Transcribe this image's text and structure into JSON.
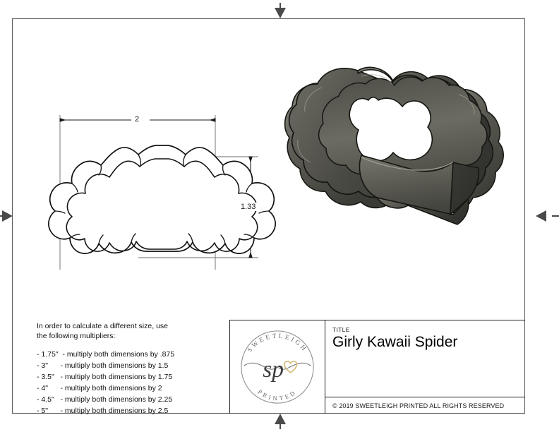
{
  "sheet": {
    "datum_markers": [
      "top-center-datum",
      "bottom-center-datum",
      "left-center-datum",
      "right-center-datum"
    ]
  },
  "drawing": {
    "view_2d_name": "top-outline-view",
    "view_3d_name": "isometric-render",
    "dimensions": {
      "width_label": "2",
      "height_label": "1.33"
    }
  },
  "notes": {
    "intro_line_1": "In order to calculate a different size, use",
    "intro_line_2": "the following multipliers:",
    "items": [
      "- 1.75\"  - multiply both dimensions by .875",
      "- 3\"      - multiply both dimensions by 1.5",
      "- 3.5\"   - multiply both dimensions by 1.75",
      "- 4\"      - multiply both dimensions by 2",
      "- 4.5\"   - multiply both dimensions by 2.25",
      "- 5\"      - multiply both dimensions by 2.5"
    ]
  },
  "title_block": {
    "title_label": "TITLE",
    "title_value": "Girly Kawaii Spider",
    "copyright": "© 2019  SWEETLEIGH PRINTED  ALL RIGHTS RESERVED",
    "logo": {
      "top_arc_text": "SWEETLEIGH",
      "bottom_arc_text": "PRINTED",
      "monogram": "sp",
      "heart_color": "#d8bd7e"
    }
  },
  "colors": {
    "frame": "#5a5a5a",
    "line": "#1a1a1a",
    "render_dark": "#3a3a35",
    "render_mid": "#5e5e56",
    "render_light": "#7d7d73"
  }
}
